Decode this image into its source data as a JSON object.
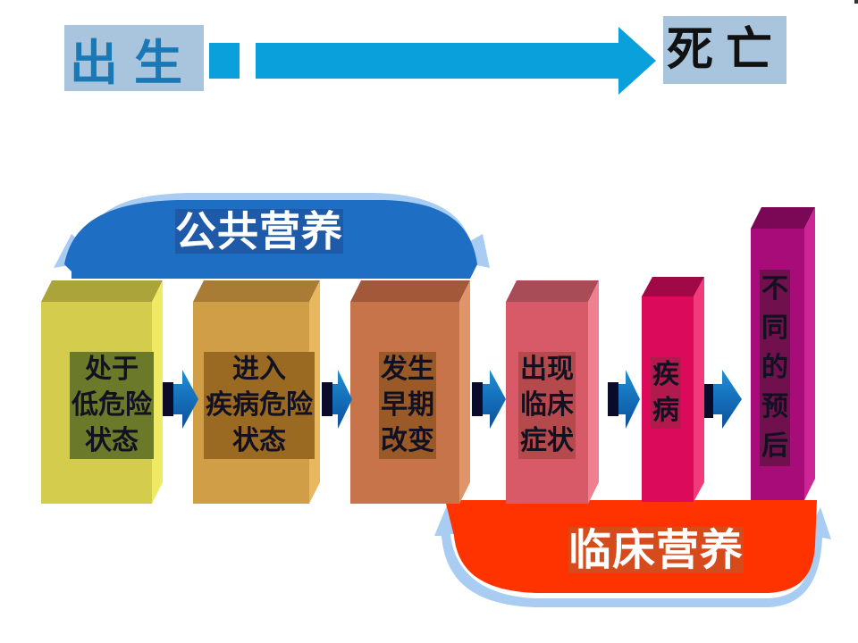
{
  "timeline": {
    "start_label": "出生",
    "end_label": "死亡"
  },
  "public_nutrition": {
    "label": "公共营养"
  },
  "clinical_nutrition": {
    "label": "临床营养"
  },
  "stages": [
    {
      "label": "处于\n低危险\n状态"
    },
    {
      "label": "进入\n疾病危险\n状态"
    },
    {
      "label": "发生\n早期\n改变"
    },
    {
      "label": "出现\n临床\n症状"
    },
    {
      "label": "疾\n病"
    },
    {
      "label": "不\n同\n的\n预\n后"
    }
  ],
  "colors": {
    "timeline_arrow": "#0aa0dc",
    "public_band": "#1e6fc4",
    "clinical_band": "#ff3300",
    "stage_1": "#d4cc4c",
    "stage_2": "#cf9e46",
    "stage_3": "#c8744a",
    "stage_4": "#d85a68",
    "stage_5": "#dc0a5a",
    "stage_6": "#a80c78"
  }
}
